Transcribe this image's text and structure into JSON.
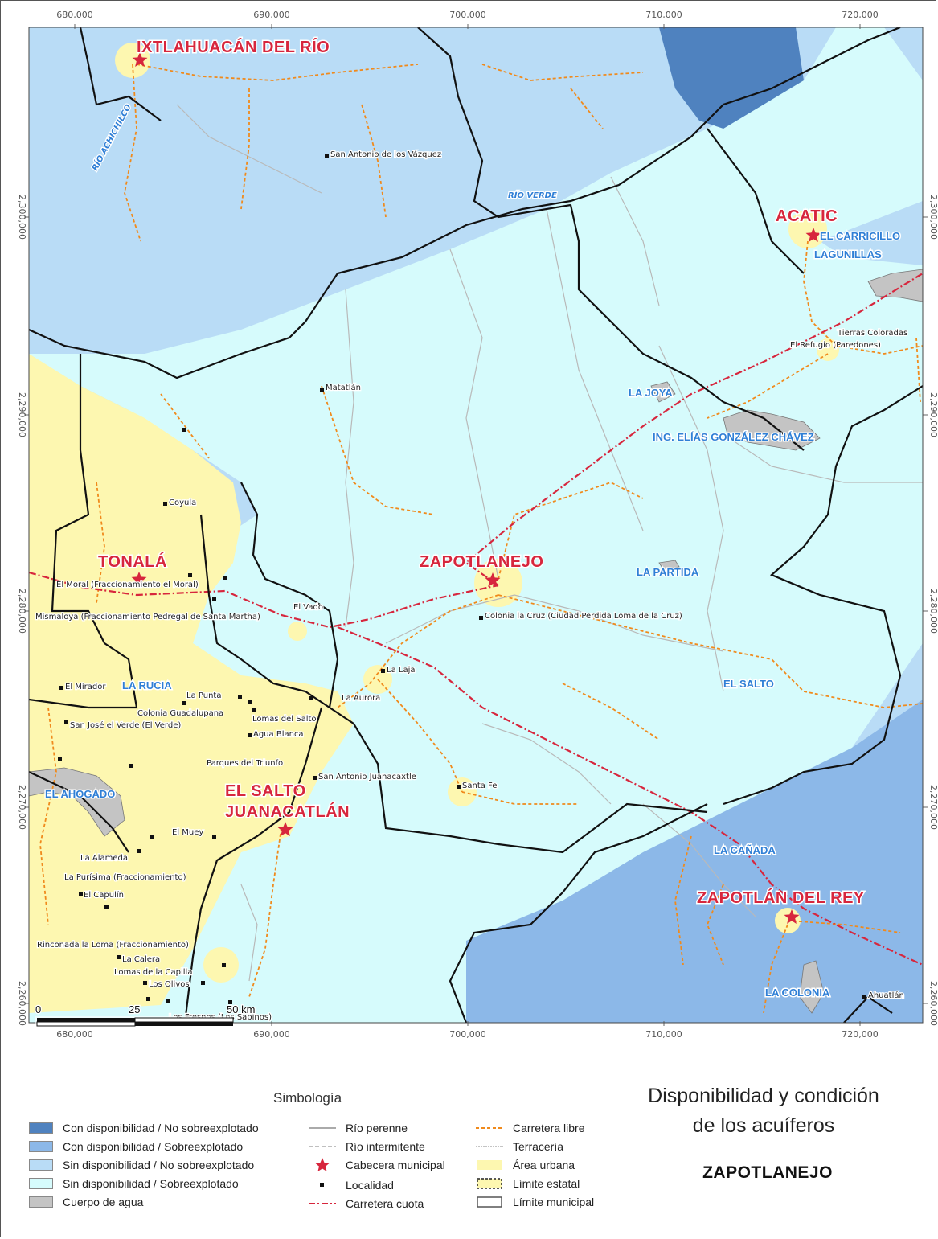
{
  "axis": {
    "x_ticks": [
      "680,000",
      "690,000",
      "700,000",
      "710,000",
      "720,000"
    ],
    "y_ticks": [
      "2,300,000",
      "2,290,000",
      "2,280,000",
      "2,270,000",
      "2,260,000"
    ]
  },
  "scale_bar": {
    "labels": [
      "0",
      "25",
      "50 km"
    ]
  },
  "municipios": [
    {
      "name": "IXTLAHUACÁN DEL RÍO"
    },
    {
      "name": "ACATIC"
    },
    {
      "name": "TONALÁ"
    },
    {
      "name": "ZAPOTLANEJO"
    },
    {
      "name": "EL SALTO"
    },
    {
      "name": "JUANACATLÁN"
    },
    {
      "name": "ZAPOTLÁN DEL REY"
    }
  ],
  "places": [
    {
      "name": "EL CARRICILLO"
    },
    {
      "name": "LAGUNILLAS"
    },
    {
      "name": "LA JOYA"
    },
    {
      "name": "ING. ELÍAS GONZÁLEZ CHÁVEZ"
    },
    {
      "name": "LA PARTIDA"
    },
    {
      "name": "EL SALTO"
    },
    {
      "name": "LA RUCIA"
    },
    {
      "name": "EL AHOGADO"
    },
    {
      "name": "LA CAÑADA"
    },
    {
      "name": "LA COLONIA"
    }
  ],
  "rivers": [
    {
      "name": "RÍO ACHICHILCO"
    },
    {
      "name": "RÍO VERDE"
    }
  ],
  "localidades": [
    {
      "name": "San Antonio de los Vázquez"
    },
    {
      "name": "Tierras Coloradas"
    },
    {
      "name": "El Refugio (Paredones)"
    },
    {
      "name": "Matatlán"
    },
    {
      "name": "Coyula"
    },
    {
      "name": "El Moral (Fraccionamiento el Moral)"
    },
    {
      "name": "Mismaloya (Fraccionamiento Pedregal de Santa Martha)"
    },
    {
      "name": "El Vado"
    },
    {
      "name": "Colonia la Cruz (Ciudad Perdida Loma de la Cruz)"
    },
    {
      "name": "La Laja"
    },
    {
      "name": "El Mirador"
    },
    {
      "name": "La Punta"
    },
    {
      "name": "La Aurora"
    },
    {
      "name": "Colonia Guadalupana"
    },
    {
      "name": "Lomas del Salto"
    },
    {
      "name": "San José el Verde (El Verde)"
    },
    {
      "name": "Agua Blanca"
    },
    {
      "name": "Parques del Triunfo"
    },
    {
      "name": "San Antonio Juanacaxtle"
    },
    {
      "name": "Santa Fe"
    },
    {
      "name": "El Muey"
    },
    {
      "name": "La Alameda"
    },
    {
      "name": "La Purísima (Fraccionamiento)"
    },
    {
      "name": "El Capulín"
    },
    {
      "name": "Rinconada la Loma (Fraccionamiento)"
    },
    {
      "name": "La Calera"
    },
    {
      "name": "Lomas de la Capilla"
    },
    {
      "name": "Los Olivos"
    },
    {
      "name": "Los Fresnos (Los Sabinos)"
    },
    {
      "name": "Ahuatlán"
    }
  ],
  "legend": {
    "title": "Simbología",
    "col1": [
      {
        "label": "Con disponibilidad / No sobreexplotado",
        "color": "#4f82bf"
      },
      {
        "label": "Con disponibilidad / Sobreexplotado",
        "color": "#8cb8e8"
      },
      {
        "label": "Sin disponibilidad / No sobreexplotado",
        "color": "#b9dcf6"
      },
      {
        "label": "Sin disponibilidad / Sobreexplotado",
        "color": "#d6fbfc"
      },
      {
        "label": "Cuerpo de agua",
        "color": "#c4c4c4"
      }
    ],
    "col2": [
      {
        "label": "Río perenne"
      },
      {
        "label": "Río intermitente"
      },
      {
        "label": "Cabecera municipal"
      },
      {
        "label": "Localidad"
      },
      {
        "label": "Carretera cuota"
      }
    ],
    "col3": [
      {
        "label": "Carretera libre"
      },
      {
        "label": "Terracería"
      },
      {
        "label": "Área urbana"
      },
      {
        "label": "Límite estatal"
      },
      {
        "label": "Límite municipal"
      }
    ]
  },
  "title_lines": [
    "Disponibilidad y condición",
    "de los acuíferos"
  ],
  "municipality": "ZAPOTLANEJO",
  "colors": {
    "con_no_sobre": "#4f82bf",
    "con_sobre": "#8cb8e8",
    "sin_no_sobre": "#b9dcf6",
    "sin_sobre": "#d6fbfc",
    "water": "#c4c4c4",
    "urban": "#fdf7b0",
    "toll_road": "#d7263d",
    "free_road": "#f08a1c",
    "star": "#d7263d"
  }
}
